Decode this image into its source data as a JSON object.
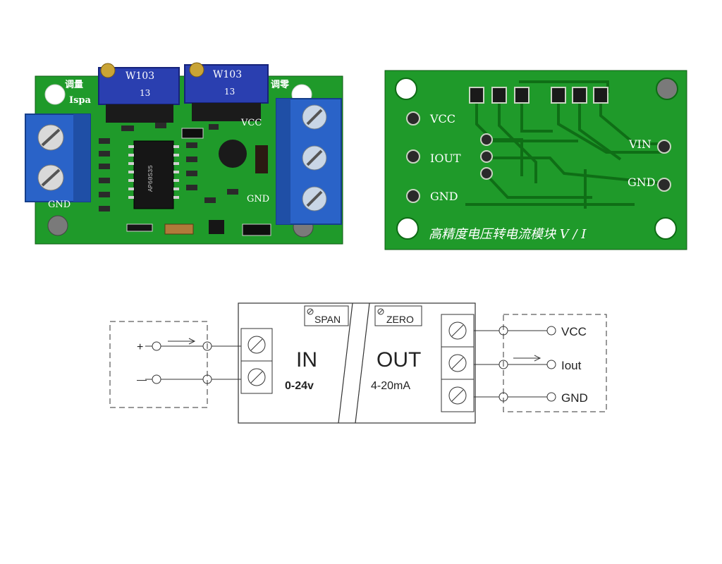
{
  "front_board": {
    "pot_left_label": "W103",
    "pot_left_sub": "13",
    "pot_right_label": "W103",
    "pot_right_sub": "13",
    "silk_top_left": "调量",
    "silk_ispan": "Ispa",
    "silk_top_right": "调零",
    "silk_vcc": "VCC",
    "silk_gnd_right": "GND",
    "silk_gnd_left": "GND",
    "chip_text": "AP60S35"
  },
  "back_board": {
    "pin_vcc": "VCC",
    "pin_iout": "IOUT",
    "pin_gnd_left": "GND",
    "pin_vin": "VIN",
    "pin_gnd_right": "GND",
    "title": "高精度电压转电流模块 V / I"
  },
  "diagram": {
    "span_label": "SPAN",
    "zero_label": "ZERO",
    "in_title": "IN",
    "in_range": "0-24v",
    "out_title": "OUT",
    "out_range": "4-20mA",
    "input_plus": "+",
    "input_minus": "—",
    "out_vcc": "VCC",
    "out_iout": "Iout",
    "out_gnd": "GND"
  },
  "colors": {
    "pcb_green": "#1f9a2a",
    "pcb_dark": "#137a1c",
    "terminal_blue": "#2a63c8",
    "pot_blue": "#2a3fb0",
    "trace_dark": "#0f6e16"
  }
}
